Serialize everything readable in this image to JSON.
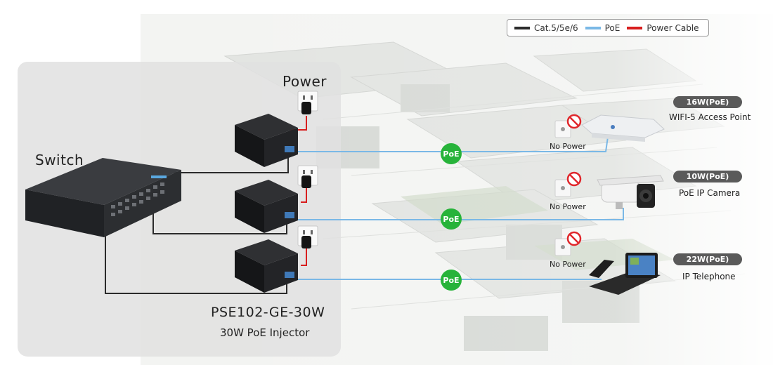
{
  "legend": {
    "items": [
      {
        "label": "Cat.5/5e/6",
        "color": "#2b2b2b"
      },
      {
        "label": "PoE",
        "color": "#7ab8e6"
      },
      {
        "label": "Power Cable",
        "color": "#d81e1e"
      }
    ]
  },
  "labels": {
    "power": "Power",
    "switch": "Switch",
    "model": "PSE102-GE-30W",
    "model_sub": "30W PoE Injector",
    "poe_badge": "PoE",
    "no_power": "No Power"
  },
  "devices": [
    {
      "wattage": "16W(PoE)",
      "name": "WIFI-5 Access Point",
      "icon": "access-point-icon"
    },
    {
      "wattage": "10W(PoE)",
      "name": "PoE IP Camera",
      "icon": "camera-icon"
    },
    {
      "wattage": "22W(PoE)",
      "name": "IP Telephone",
      "icon": "telephone-icon"
    }
  ],
  "colors": {
    "cat_cable": "#2b2b2b",
    "poe_cable": "#7ab8e6",
    "power_cable": "#d81e1e",
    "poe_badge": "#27b33a",
    "prohibit": "#e0262b",
    "badge_bg": "#5a5a5a"
  }
}
